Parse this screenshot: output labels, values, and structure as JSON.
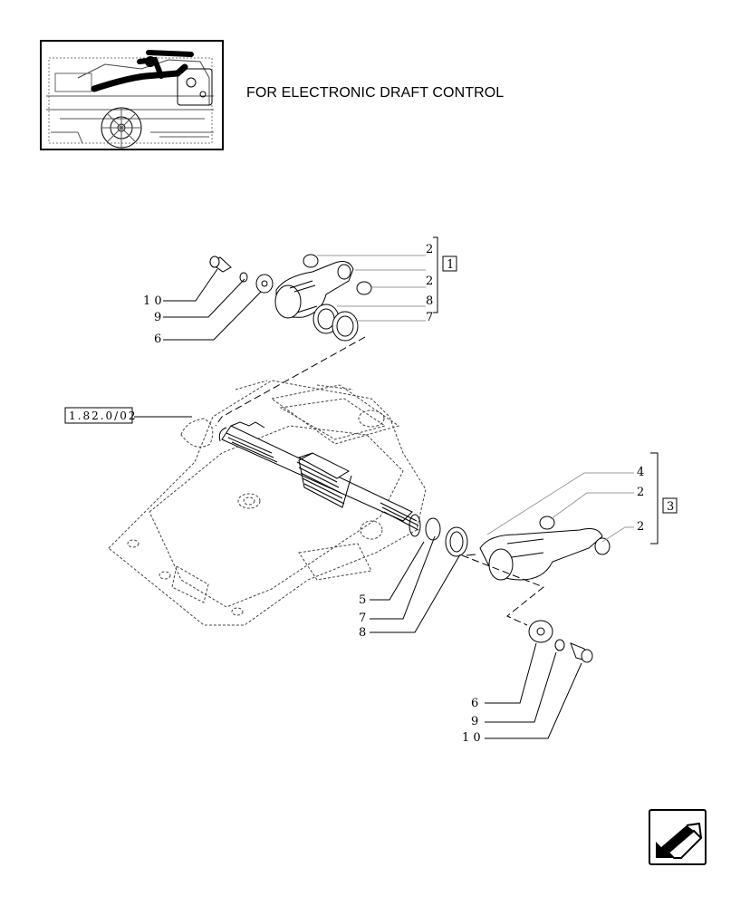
{
  "header": {
    "caption": "FOR ELECTRONIC DRAFT CONTROL"
  },
  "diagram": {
    "reference_box": "1.82.0/02",
    "kit_tags": {
      "upper": "1",
      "lower": "3"
    },
    "upper_callouts": {
      "c2a": "2",
      "c2b": "2",
      "c8": "8",
      "c7": "7",
      "c10": "1 0",
      "c9": "9",
      "c6": "6"
    },
    "lower_callouts": {
      "c4": "4",
      "c2a": "2",
      "c2b": "2",
      "c5": "5",
      "c7": "7",
      "c8": "8",
      "c6": "6",
      "c9": "9",
      "c10": "1 0"
    }
  },
  "icons": {
    "nav": "arrow-next-page-icon",
    "thumbnail": "tractor-thumbnail"
  }
}
